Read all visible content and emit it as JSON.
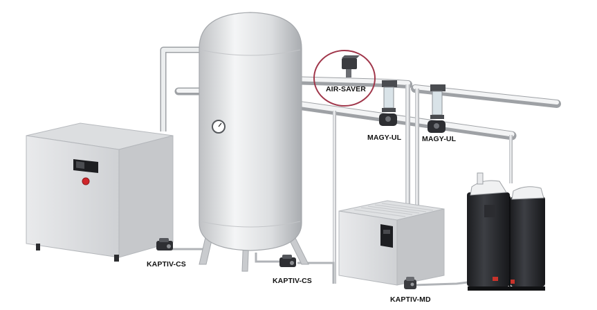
{
  "labels": {
    "air_saver": "AIR-SAVER",
    "magy_ul_left": "MAGY-UL",
    "magy_ul_right": "MAGY-UL",
    "kaptiv_cs_compressor": "KAPTIV-CS",
    "kaptiv_cs_tank": "KAPTIV-CS",
    "kaptiv_md": "KAPTIV-MD"
  },
  "colors": {
    "highlight_circle": "#a0364a",
    "equipment_body": "#e3e4e6",
    "separator_body": "#2a2b2e",
    "indicator_red": "#d0262b"
  }
}
